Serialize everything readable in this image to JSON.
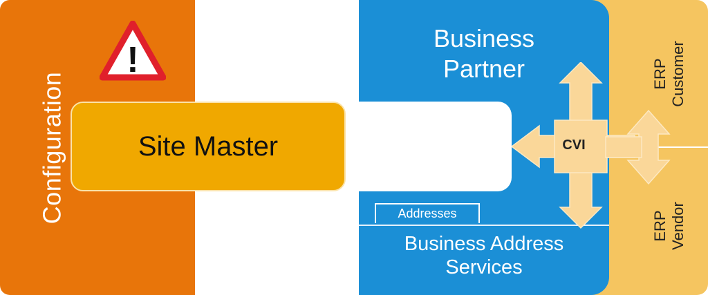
{
  "configuration": {
    "label": "Configuration",
    "color": "#e8750a"
  },
  "warning": {
    "icon": "warning-triangle-icon",
    "symbol": "!",
    "border_color": "#e0202b"
  },
  "site_master": {
    "label": "Site Master",
    "color": "#f0a800"
  },
  "business_partner": {
    "title_line1": "Business",
    "title_line2": "Partner",
    "color": "#1b8fd6"
  },
  "addresses": {
    "label": "Addresses"
  },
  "business_address_services": {
    "line1": "Business Address",
    "line2": "Services"
  },
  "cvi": {
    "label": "CVI",
    "arrow_color": "#fad799"
  },
  "erp": {
    "color": "#f5c560",
    "customer_line1": "ERP",
    "customer_line2": "Customer",
    "vendor_line1": "ERP",
    "vendor_line2": "Vendor"
  }
}
